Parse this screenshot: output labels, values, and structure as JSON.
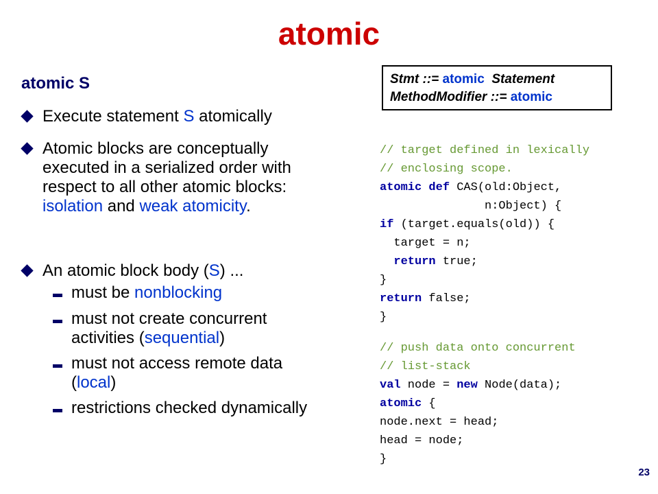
{
  "title": "atomic",
  "left": {
    "heading": "atomic S",
    "b1_pre": "Execute statement ",
    "b1_s": "S",
    "b1_post": " atomically",
    "b2_l1": "Atomic blocks are conceptually",
    "b2_l2": "executed in a serialized order with",
    "b2_l3": "respect to all other atomic blocks:",
    "b2_iso": "isolation",
    "b2_and": " and ",
    "b2_weak": "weak atomicity",
    "b2_dot": ".",
    "b3_pre": "An atomic block body (",
    "b3_s": "S",
    "b3_post": ") ...",
    "s1_pre": "must be ",
    "s1_blue": "nonblocking",
    "s2_l1": "must not create concurrent",
    "s2_pre": "activities (",
    "s2_blue": "sequential",
    "s2_post": ")",
    "s3_l1": "must not access remote data",
    "s3_pre": "(",
    "s3_blue": "local",
    "s3_post": ")",
    "s4": "restrictions checked dynamically"
  },
  "grammar": {
    "l1_pre": "Stmt ::= ",
    "l1_kw": "atomic",
    "l1_post": "  Statement",
    "l2_pre": "MethodModifier ::= ",
    "l2_kw": "atomic"
  },
  "code1": {
    "c1": "// target defined in lexically",
    "c2": "// enclosing scope.",
    "l3_kw1": "atomic",
    "l3_kw2": "def",
    "l3_rest": " CAS(old:Object,",
    "l4": "               n:Object) {",
    "l5_kw": "if",
    "l5_rest": " (target.equals(old)) {",
    "l6": "  target = n;",
    "l7_kw": "return",
    "l7_rest": " true;",
    "l8": "}",
    "l9_kw": "return",
    "l9_rest": " false;",
    "l10": "}"
  },
  "code2": {
    "c1": "// push data onto concurrent",
    "c2": "// list-stack",
    "l3_kw1": "val",
    "l3_mid": " node = ",
    "l3_kw2": "new",
    "l3_rest": " Node(data);",
    "l4_kw": "atomic",
    "l4_rest": " {",
    "l5": "node.next = head;",
    "l6": "head = node;",
    "l7": "}"
  },
  "page_number": "23"
}
